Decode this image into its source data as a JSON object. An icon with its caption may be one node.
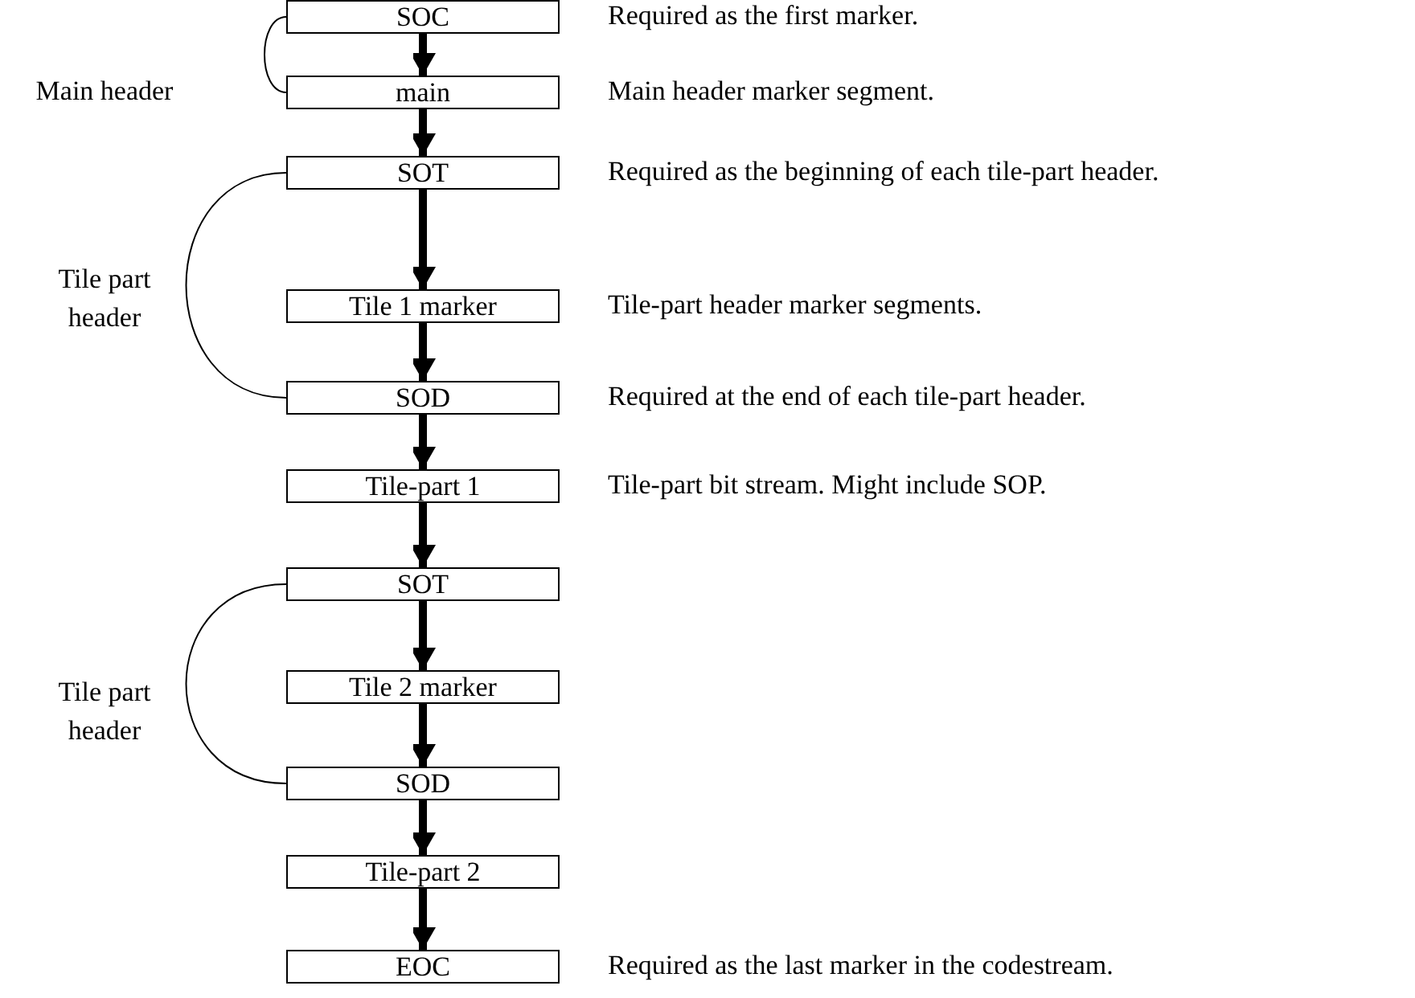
{
  "diagram": {
    "nodes": [
      {
        "text": [
          "SOC"
        ],
        "beside": [
          "Required as the first marker."
        ]
      },
      {
        "text": [
          "main"
        ],
        "beside": [
          "Main header marker segment."
        ]
      },
      {
        "text": [
          "SOT"
        ],
        "beside": [
          "Required as the beginning of each tile-part header."
        ]
      },
      {
        "text": [
          "Tile 1 marker"
        ],
        "beside": [
          "Tile-part header marker segments."
        ]
      },
      {
        "text": [
          "SOD"
        ],
        "beside": [
          "Required at the end of each tile-part header."
        ]
      },
      {
        "text": [
          "Tile-part 1"
        ],
        "beside": [
          "Tile-part bit stream. Might include SOP."
        ]
      },
      {
        "text": [
          "SOT"
        ]
      },
      {
        "text": [
          "Tile 2 marker"
        ]
      },
      {
        "text": [
          "SOD"
        ]
      },
      {
        "text": [
          "Tile-part 2"
        ]
      },
      {
        "text": [
          "EOC"
        ],
        "beside": [
          "Required as the last marker in the codestream."
        ]
      }
    ],
    "edges": [
      {
        "from": 0,
        "to": 1,
        "arrow": "to"
      },
      {
        "from": 1,
        "to": 2,
        "arrow": "to"
      },
      {
        "from": 2,
        "to": 3,
        "arrow": "to"
      },
      {
        "from": 3,
        "to": 4,
        "arrow": "to"
      },
      {
        "from": 4,
        "to": 5,
        "arrow": "to"
      },
      {
        "from": 5,
        "to": 6,
        "arrow": "to"
      },
      {
        "from": 6,
        "to": 7,
        "arrow": "to"
      },
      {
        "from": 7,
        "to": 8,
        "arrow": "to"
      },
      {
        "from": 8,
        "to": 9,
        "arrow": "to"
      },
      {
        "from": 9,
        "to": 10,
        "arrow": "to"
      }
    ],
    "labels": [
      "Main header",
      "Tile part header",
      "Tile part header"
    ]
  }
}
